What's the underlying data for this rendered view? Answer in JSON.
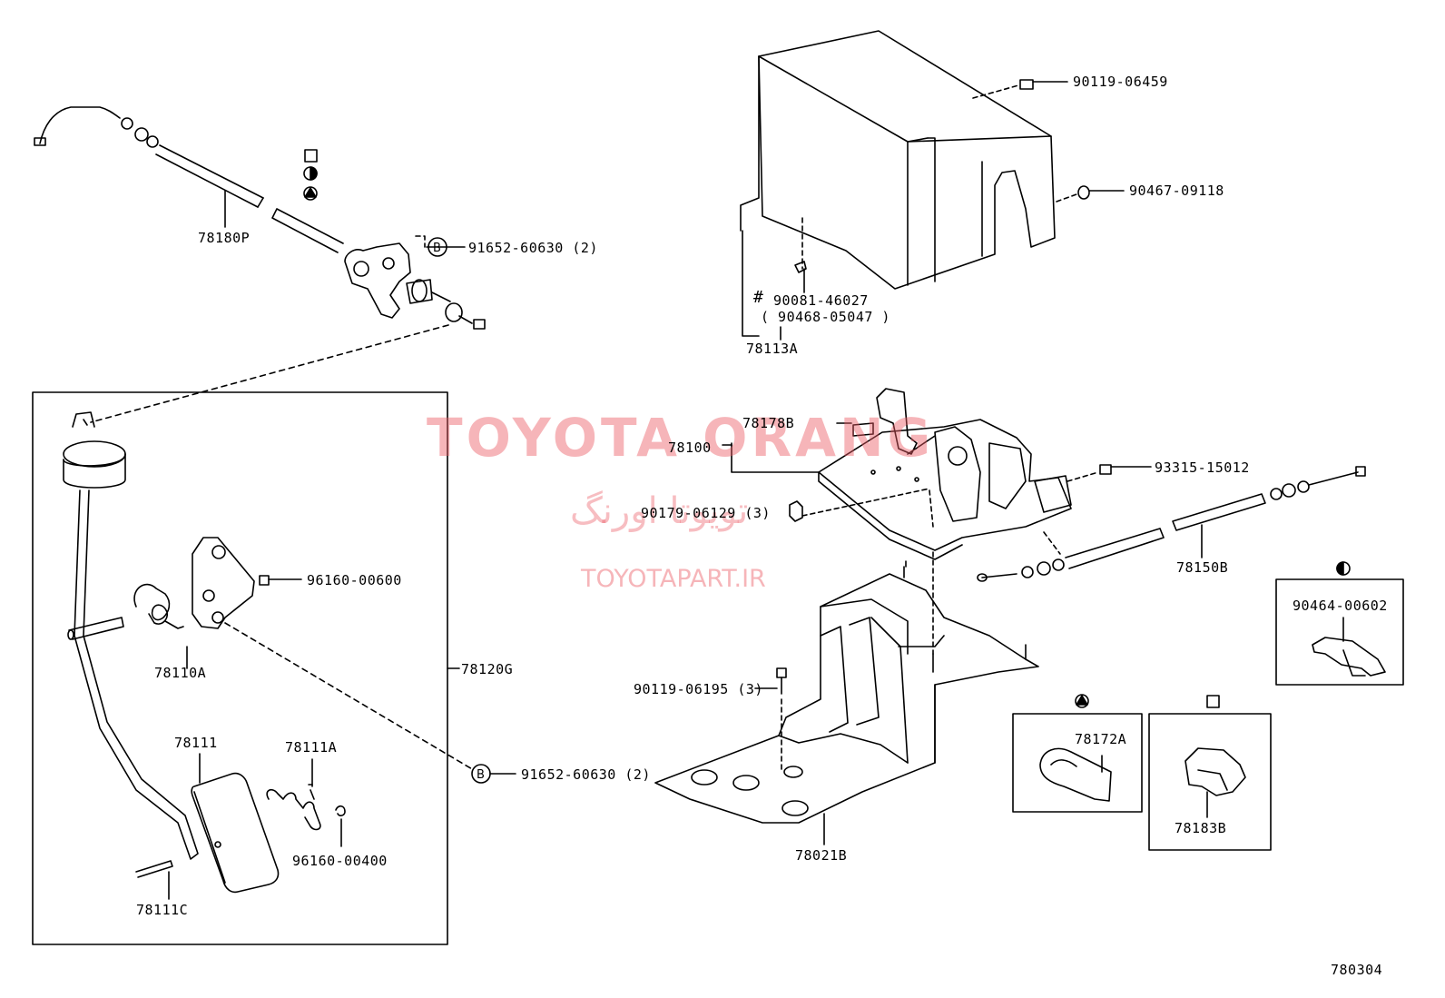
{
  "watermark": {
    "brand": "TOYOTA ORANG",
    "persian": "تویوتا اورنگ",
    "url": "TOYOTAPART.IR"
  },
  "figure_number": "780304",
  "symbols": {
    "bolt_ref": "B",
    "note_mark": "#"
  },
  "labels": {
    "p78180P": "78180P",
    "p91652_top": "91652-60630 (2)",
    "p78120G": "78120G",
    "p96160_00600": "96160-00600",
    "p78110A": "78110A",
    "p78111": "78111",
    "p78111A": "78111A",
    "p96160_00400": "96160-00400",
    "p78111C": "78111C",
    "p91652_bottom": "91652-60630 (2)",
    "p90119_06459": "90119-06459",
    "p90467_09118": "90467-09118",
    "p90081_46027": "90081-46027",
    "p90468_05047": "( 90468-05047 )",
    "p78113A": "78113A",
    "p78178B": "78178B",
    "p78100": "78100",
    "p93315_15012": "93315-15012",
    "p90179_06129": "90179-06129 (3)",
    "p78150B": "78150B",
    "p90464_00602": "90464-00602",
    "p90119_06195": "90119-06195 (3)",
    "p78172A": "78172A",
    "p78183B": "78183B",
    "p78021B": "78021B"
  }
}
